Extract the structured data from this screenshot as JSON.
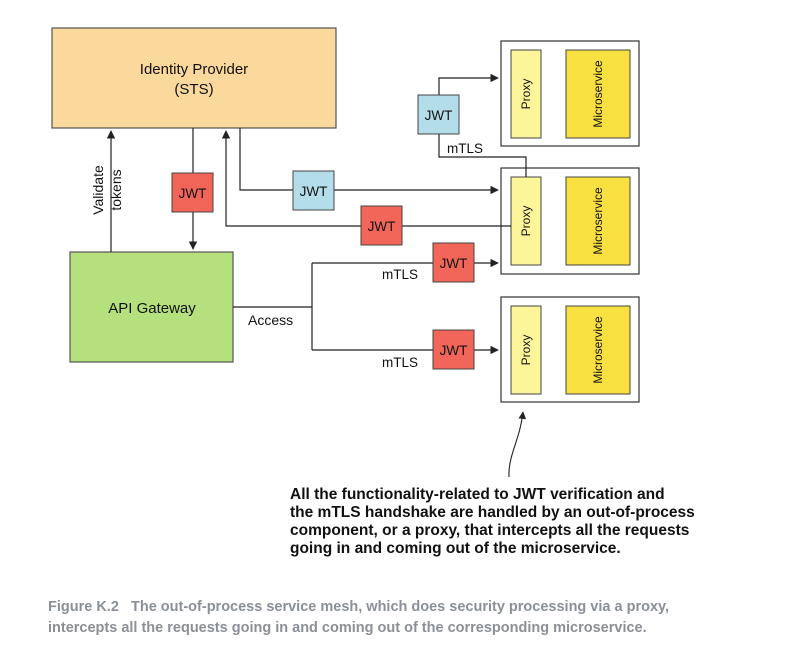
{
  "diagram": {
    "identity_provider": {
      "line1": "Identity Provider",
      "line2": "(STS)"
    },
    "api_gateway": {
      "label": "API Gateway"
    },
    "validate_tokens": {
      "line1": "Validate",
      "line2": "tokens"
    },
    "access_label": "Access",
    "jwt_label": "JWT",
    "mtls_label": "mTLS",
    "proxy_label": "Proxy",
    "microservice_label": "Microservice",
    "colors": {
      "identity_provider_fill": "#fbd89b",
      "api_gateway_fill": "#b5e07e",
      "jwt_red": "#f2665a",
      "jwt_blue": "#b3dde9",
      "proxy_fill": "#fdf59a",
      "microservice_fill": "#f8e040"
    }
  },
  "annotation": {
    "lines": [
      "All the functionality-related to JWT verification and",
      "the mTLS handshake are handled by an out-of-process",
      "component, or a proxy, that intercepts all the requests",
      "going in and coming out of the microservice."
    ]
  },
  "caption": {
    "figure_number": "Figure K.2",
    "line1": "The out-of-process service mesh, which does security processing via a proxy,",
    "line2": "intercepts all the requests going in and coming out of the corresponding microservice."
  }
}
